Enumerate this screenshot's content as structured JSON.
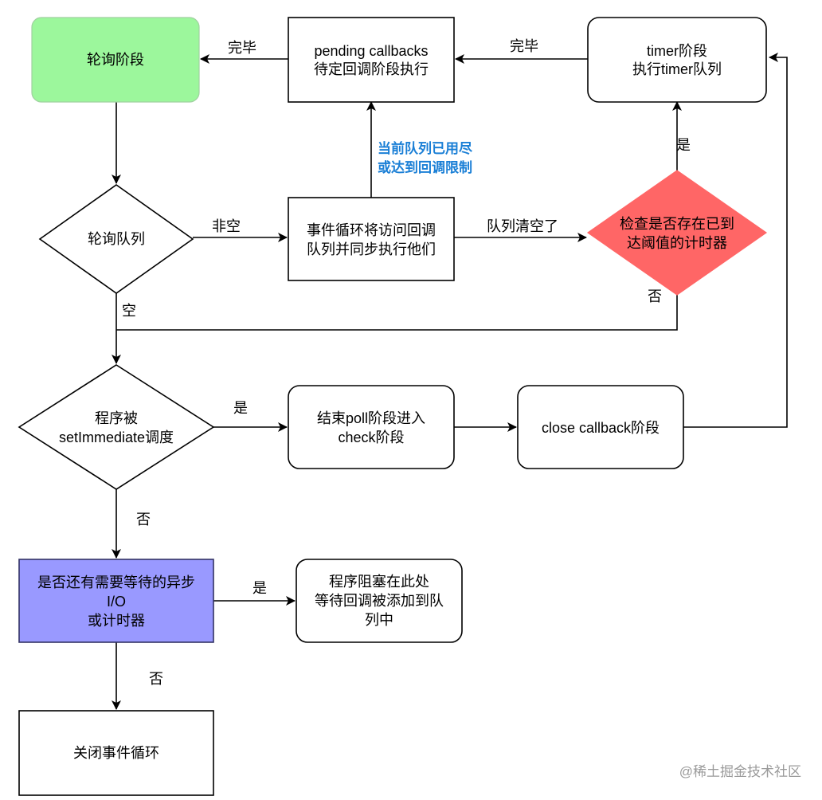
{
  "nodes": {
    "poll_phase": {
      "label": "轮询阶段",
      "fill": "#9cf79c"
    },
    "pending_callbacks": {
      "line1": "pending callbacks",
      "line2": "待定回调阶段执行"
    },
    "timer_phase": {
      "line1": "timer阶段",
      "line2": "执行timer队列"
    },
    "poll_queue": {
      "label": "轮询队列"
    },
    "loop_visit": {
      "line1": "事件循环将访问回调",
      "line2": "队列并同步执行他们"
    },
    "timer_check": {
      "line1": "检查是否存在已到",
      "line2": "达阈值的计时器",
      "fill": "#ff6666"
    },
    "set_immediate": {
      "line1": "程序被",
      "line2": "setImmediate调度"
    },
    "end_poll": {
      "line1": "结束poll阶段进入",
      "line2": "check阶段"
    },
    "close_callback": {
      "label": "close callback阶段"
    },
    "async_wait": {
      "line1": "是否还有需要等待的异步",
      "line2": "I/O",
      "line3": "或计时器",
      "fill": "#9999ff"
    },
    "blocked": {
      "line1": "程序阻塞在此处",
      "line2": "等待回调被添加到队",
      "line3": "列中"
    },
    "close_loop": {
      "label": "关闭事件循环"
    }
  },
  "edges": {
    "pending_to_poll": "完毕",
    "timer_to_pending": "完毕",
    "queue_nonempty": "非空",
    "queue_empty": "空",
    "queue_drained": "队列清空了",
    "check_yes": "是",
    "check_no": "否",
    "immediate_yes": "是",
    "immediate_no": "否",
    "async_yes": "是",
    "async_no": "否"
  },
  "note": {
    "line1": "当前队列已用尽",
    "line2": "或达到回调限制",
    "color": "#1a7fd6"
  },
  "watermark": "@稀土掘金技术社区"
}
